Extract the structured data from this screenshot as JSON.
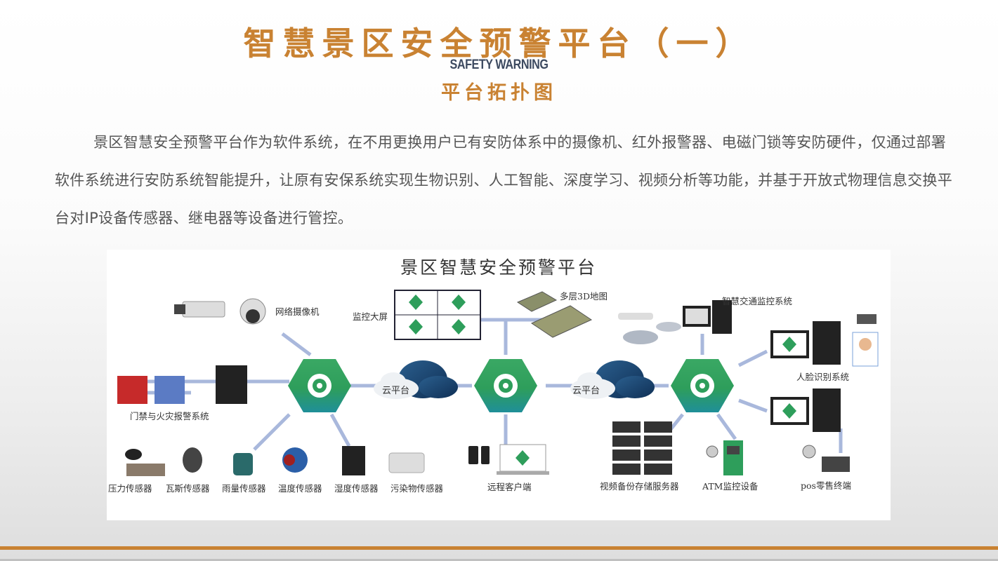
{
  "header": {
    "title": "智慧景区安全预警平台（一）",
    "subtitle_en": "SAFETY WARNING",
    "subtitle_cn": "平台拓扑图"
  },
  "description": "景区智慧安全预警平台作为软件系统，在不用更换用户已有安防体系中的摄像机、红外报警器、电磁门锁等安防硬件，仅通过部署软件系统进行安防系统智能提升，让原有安保系统实现生物识别、人工智能、深度学习、视频分析等功能，并基于开放式物理信息交换平台对IP设备传感器、继电器等设备进行管控。",
  "diagram": {
    "title": "景区智慧安全预警平台",
    "labels": {
      "network_camera": "网络摄像机",
      "monitor_wall": "监控大屏",
      "map3d": "多层3D地图",
      "traffic": "智慧交通监控系统",
      "face": "人脸识别系统",
      "access_fire": "门禁与火灾报警系统",
      "cloud1": "云平台",
      "cloud2": "云平台",
      "pressure": "压力传感器",
      "gas": "瓦斯传感器",
      "rain": "雨量传感器",
      "temperature": "温度传感器",
      "humidity": "湿度传感器",
      "pollutant": "污染物传感器",
      "remote_client": "远程客户端",
      "video_backup": "视频备份存储服务器",
      "atm": "ATM监控设备",
      "pos": "pos零售终端"
    }
  },
  "colors": {
    "accent": "#c98232",
    "navy": "#3d4a60",
    "link": "#a9b8dc",
    "hub_green": "#2e9e5b",
    "hub_teal": "#1f8f99",
    "cloud": "#1d4a73"
  }
}
